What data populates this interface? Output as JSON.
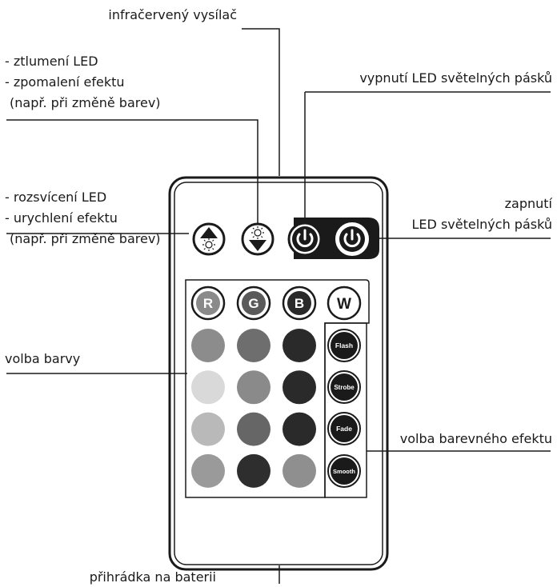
{
  "labels": {
    "infrared": "infračervený vysílač",
    "dim_1": "- ztlumení LED",
    "dim_2": "- zpomalení efektu",
    "dim_3": "(např. při změně barev)",
    "off": "vypnutí LED světelných pásků",
    "bright_1": "- rozsvícení LED",
    "bright_2": "- urychlení efektu",
    "bright_3": "(např. při změně barev)",
    "on_1": "zapnutí",
    "on_2": "LED světelných pásků",
    "color_select": "volba barvy",
    "effect_select": "volba barevného efektu",
    "battery": "přihrádka na baterii"
  },
  "buttons": {
    "red": "R",
    "green": "G",
    "blue": "B",
    "white": "W",
    "flash": "Flash",
    "strobe": "Strobe",
    "fade": "Fade",
    "smooth": "Smooth"
  },
  "colors": {
    "swatch_grid": [
      [
        "#8c8c8c",
        "#6e6e6e",
        "#2a2a2a"
      ],
      [
        "#d9d9d9",
        "#8a8a8a",
        "#2a2a2a"
      ],
      [
        "#b9b9b9",
        "#666666",
        "#2a2a2a"
      ],
      [
        "#9a9a9a",
        "#2e2e2e",
        "#8f8f8f"
      ]
    ]
  }
}
